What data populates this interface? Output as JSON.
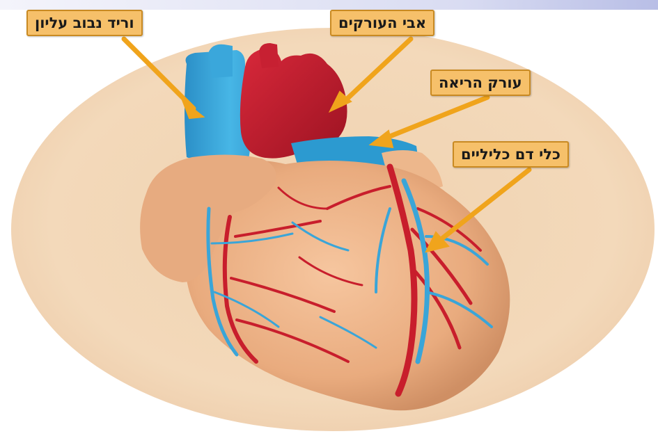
{
  "labels": {
    "superior_vena_cava": "וריד נבוב עליון",
    "aorta": "אבי העורקים",
    "pulmonary_artery": "עורק הריאה",
    "coronary_vessels": "כלי דם כליליים"
  },
  "colors": {
    "background_disc": "#f3d6b4",
    "heart_muscle": "#ebb084",
    "vein_blue": "#38a4d6",
    "artery_red": "#c81e2c",
    "label_fill": "#f6c06a",
    "pointer_orange": "#f0a41c"
  }
}
